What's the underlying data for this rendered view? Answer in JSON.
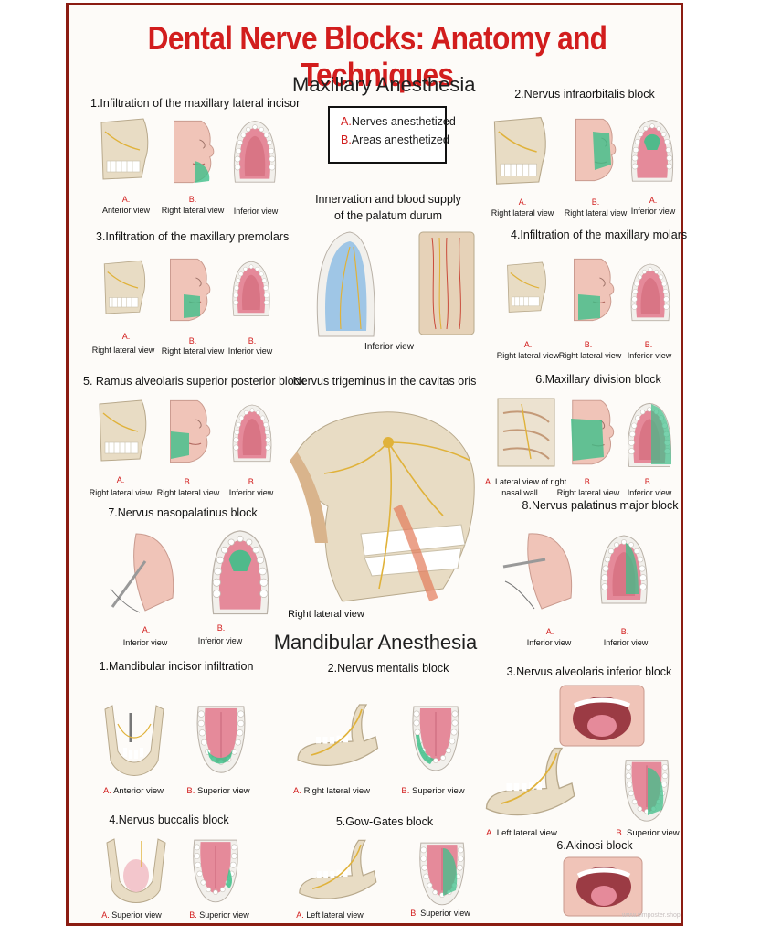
{
  "title": "Dental Nerve Blocks: Anatomy and Techniques",
  "sections": {
    "maxillary": "Maxillary Anesthesia",
    "mandibular": "Mandibular Anesthesia"
  },
  "legend": {
    "a_letter": "A.",
    "a_text": "Nerves anesthetized",
    "b_letter": "B.",
    "b_text": "Areas anesthetized"
  },
  "blocks": {
    "max1": "1.Infiltration of the maxillary lateral incisor",
    "max2": "2.Nervus infraorbitalis block",
    "max3": "3.Infiltration of the maxillary premolars",
    "max4": "4.Infiltration of the maxillary molars",
    "max5": "5. Ramus alveolaris superior posterior block",
    "max6": "6.Maxillary division block",
    "max7": "7.Nervus nasopalatinus block",
    "max8": "8.Nervus palatinus major block",
    "palatum_line1": "Innervation and blood supply",
    "palatum_line2": "of the palatum durum",
    "trigeminus": "Nervus trigeminus in the cavitas oris",
    "man1": "1.Mandibular incisor infiltration",
    "man2": "2.Nervus mentalis block",
    "man3": "3.Nervus alveolaris inferior block",
    "man4": "4.Nervus buccalis block",
    "man5": "5.Gow-Gates block",
    "man6": "6.Akinosi block"
  },
  "letters": {
    "a": "A.",
    "b": "B."
  },
  "captions": {
    "anterior_view": "Anterior view",
    "right_lateral_view": "Right lateral view",
    "inferior_view": "Inferior view",
    "superior_view": "Superior view",
    "left_lateral_view": "Left lateral view",
    "lateral_nasal_line1": "Lateral view of right",
    "lateral_nasal_line2": "nasal wall"
  },
  "watermark": "www.simposter.shop",
  "colors": {
    "title_red": "#d21d1d",
    "frame": "#8b1c12",
    "anesthetized_green": "#3fbf8a",
    "gum_pink": "#e58a9a",
    "bone": "#e8dcc4",
    "skin": "#f0c4b8"
  }
}
